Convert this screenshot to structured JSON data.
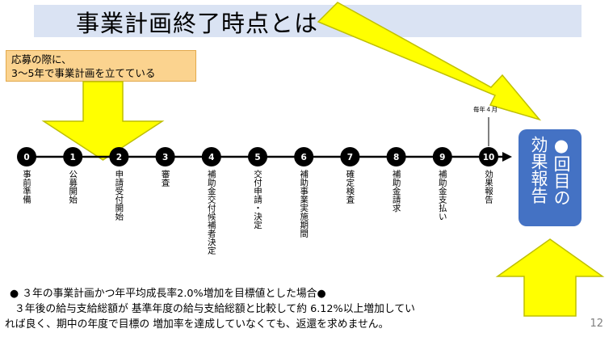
{
  "title": "事業計画終了時点とは",
  "apply_note": {
    "line1": "応募の際に、",
    "line2": "3〜5年で事業計画を立てている"
  },
  "steps": [
    {
      "num": "0",
      "label": "事前準備"
    },
    {
      "num": "1",
      "label": "公募開始"
    },
    {
      "num": "2",
      "label": "申請受付開始"
    },
    {
      "num": "3",
      "label": "審査"
    },
    {
      "num": "4",
      "label": "補助金交付候補者決定"
    },
    {
      "num": "5",
      "label": "交付申請・決定"
    },
    {
      "num": "6",
      "label": "補助事業実施期間"
    },
    {
      "num": "7",
      "label": "確定検査"
    },
    {
      "num": "8",
      "label": "補助金請求"
    },
    {
      "num": "9",
      "label": "補助金支払い"
    },
    {
      "num": "10",
      "label": "効果報告"
    }
  ],
  "month_note": "毎年４月",
  "report_box": {
    "col1": "●回目の",
    "col2": "効果報告"
  },
  "bottom": {
    "line1": "● ３年の事業計画かつ年平均成長率2.0%増加を目標値とした場合●",
    "line2": "３年後の給与支給総額が 基準年度の給与支給総額と比較して約 6.12%以上増加してい",
    "line3": "れば良く、期中の年度で目標の 増加率を達成していなくても、返還を求めません。"
  },
  "page_number": "12",
  "colors": {
    "title_bg": "#dae3f3",
    "note_bg": "#fbd38f",
    "arrow_fill": "#ffff00",
    "arrow_stroke": "#bfbf00",
    "report_bg": "#4472c4",
    "node": "#000000"
  }
}
